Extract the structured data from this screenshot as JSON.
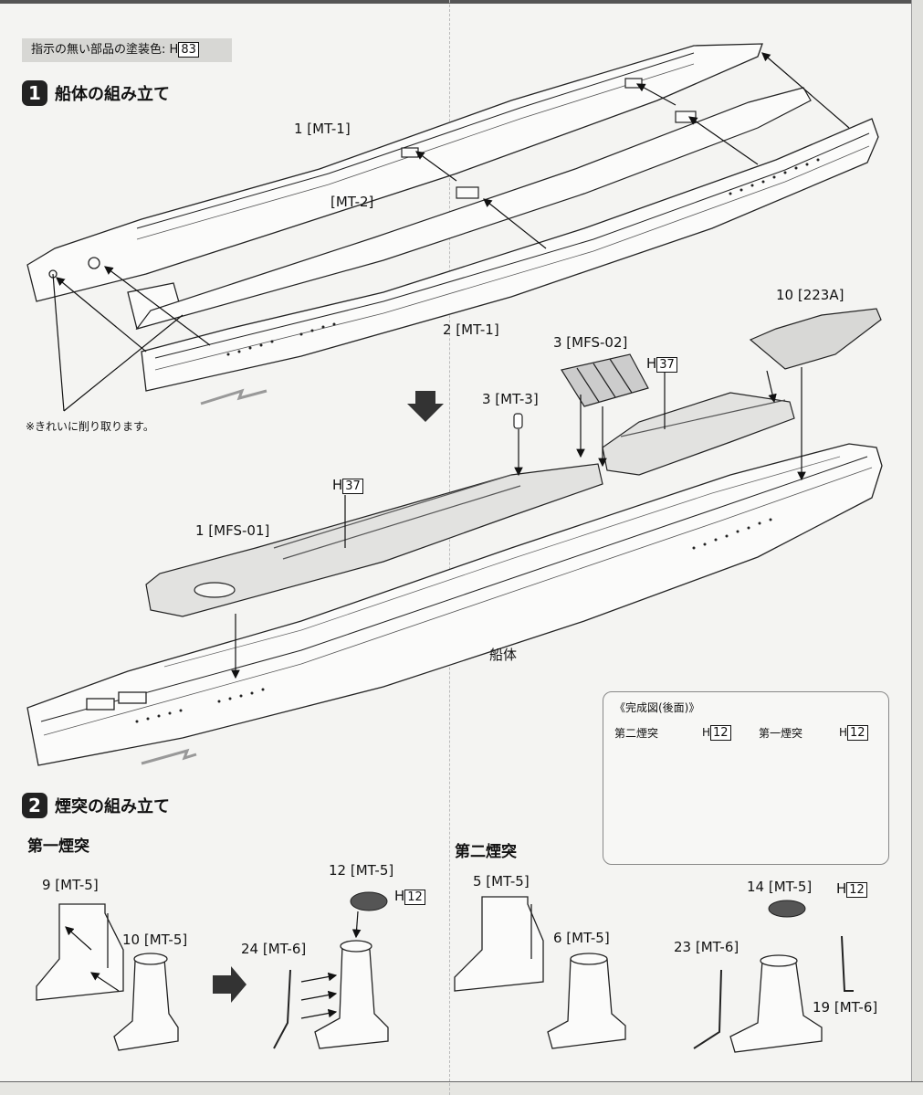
{
  "paint_note": {
    "text": "指示の無い部品の塗装色:",
    "code_prefix": "H",
    "code": "83"
  },
  "step1": {
    "number": "1",
    "title": "船体の組み立て"
  },
  "step2": {
    "number": "2",
    "title": "煙突の組み立て"
  },
  "labels": {
    "part_1_mt1": "1 [MT-1]",
    "part_mt2": "[MT-2]",
    "part_2_mt1": "2 [MT-1]",
    "part_10_223a": "10 [223A]",
    "part_3_mfs02": "3 [MFS-02]",
    "part_3_mt3": "3 [MT-3]",
    "part_1_mfs01": "1 [MFS-01]",
    "hull": "船体",
    "trim_note": "※きれいに削り取ります。",
    "first_funnel": "第一煙突",
    "second_funnel": "第二煙突",
    "part_9_mt5": "9 [MT-5]",
    "part_10_mt5": "10 [MT-5]",
    "part_12_mt5": "12 [MT-5]",
    "part_24_mt6": "24 [MT-6]",
    "part_5_mt5": "5 [MT-5]",
    "part_6_mt5": "6 [MT-5]",
    "part_14_mt5": "14 [MT-5]",
    "part_23_mt6": "23 [MT-6]",
    "part_19_mt6": "19 [MT-6]"
  },
  "color_callouts": {
    "prefix": "H",
    "deck_color": "37",
    "funnel_cap_color": "12"
  },
  "inset": {
    "title": "《完成図(後面)》",
    "left_label": "第二煙突",
    "right_label": "第一煙突"
  }
}
